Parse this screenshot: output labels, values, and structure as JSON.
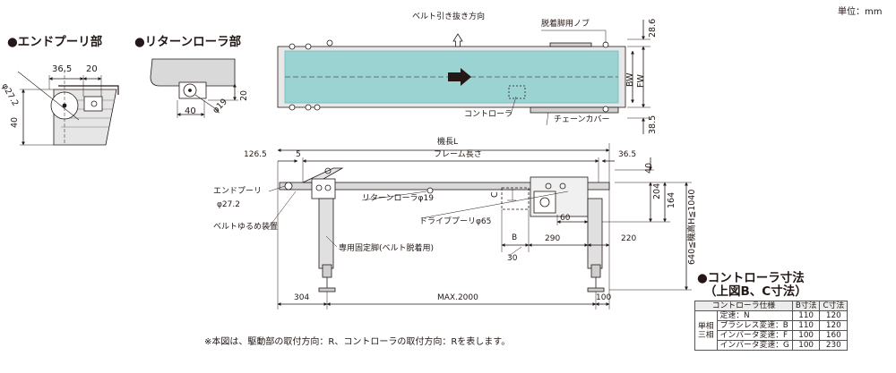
{
  "unit": "単位：mm",
  "end_pulley": {
    "title": "●エンドプーリ部",
    "dim_diameter": "φ27.2",
    "dim_365": "36.5",
    "dim_20": "20",
    "dim_40": "40"
  },
  "return_roller": {
    "title": "●リターンローラ部",
    "dim_20": "20",
    "dim_40": "40",
    "dim_diameter": "φ19"
  },
  "top_view": {
    "belt_direction": "ベルト引き抜き方向",
    "release_knob": "脱着脚用ノブ",
    "controller": "コントローラ",
    "chain_cover": "チェーンカバー",
    "dim_286": "28.6",
    "dim_385": "38.5",
    "dim_bw": "BW",
    "dim_fw": "FW"
  },
  "side_view": {
    "machine_length": "機長L",
    "frame_length": "フレーム長さ",
    "dim_1265": "126.5",
    "dim_5": "5",
    "dim_365": "36.5",
    "dim_40": "40",
    "dim_204": "204",
    "dim_164": "164",
    "height_range": "640≦機高H≦1040",
    "end_pulley_label": "エンドプーリ",
    "end_pulley_diameter": "φ27.2",
    "belt_slack": "ベルトゆるめ装置",
    "return_roller_label": "リターンローラφ19",
    "drive_pulley_label": "ドライブプーリφ65",
    "fixed_leg_label": "専用固定脚(ベルト脱着用)",
    "dim_c": "C",
    "dim_b": "B",
    "dim_60": "60",
    "dim_290": "290",
    "dim_220": "220",
    "dim_30": "30",
    "dim_304": "304",
    "dim_max": "MAX.2000",
    "dim_100": "100"
  },
  "note": "※本図は、駆動部の取付方向：R、コントローラの取付方向：Rを表します。",
  "controller_table": {
    "title_line1": "●コントローラ寸法",
    "title_line2": "（上図B、C寸法）",
    "header": {
      "spec": "コントローラ仕様",
      "b": "B寸法",
      "c": "C寸法"
    },
    "group_label_1": "単相",
    "group_label_2": "三相",
    "rows": [
      {
        "name": "定速：N",
        "b": "110",
        "c": "120"
      },
      {
        "name": "ブラシレス変速：B",
        "b": "110",
        "c": "120"
      },
      {
        "name": "インバータ変速：F",
        "b": "100",
        "c": "160"
      },
      {
        "name": "インバータ変速：G",
        "b": "100",
        "c": "230"
      }
    ]
  },
  "colors": {
    "belt": "#9bd3d3",
    "belt_dark": "#6fb8b8",
    "frame": "#d9d9d9",
    "line": "#231815",
    "fill_gray": "#c8c8c8"
  }
}
